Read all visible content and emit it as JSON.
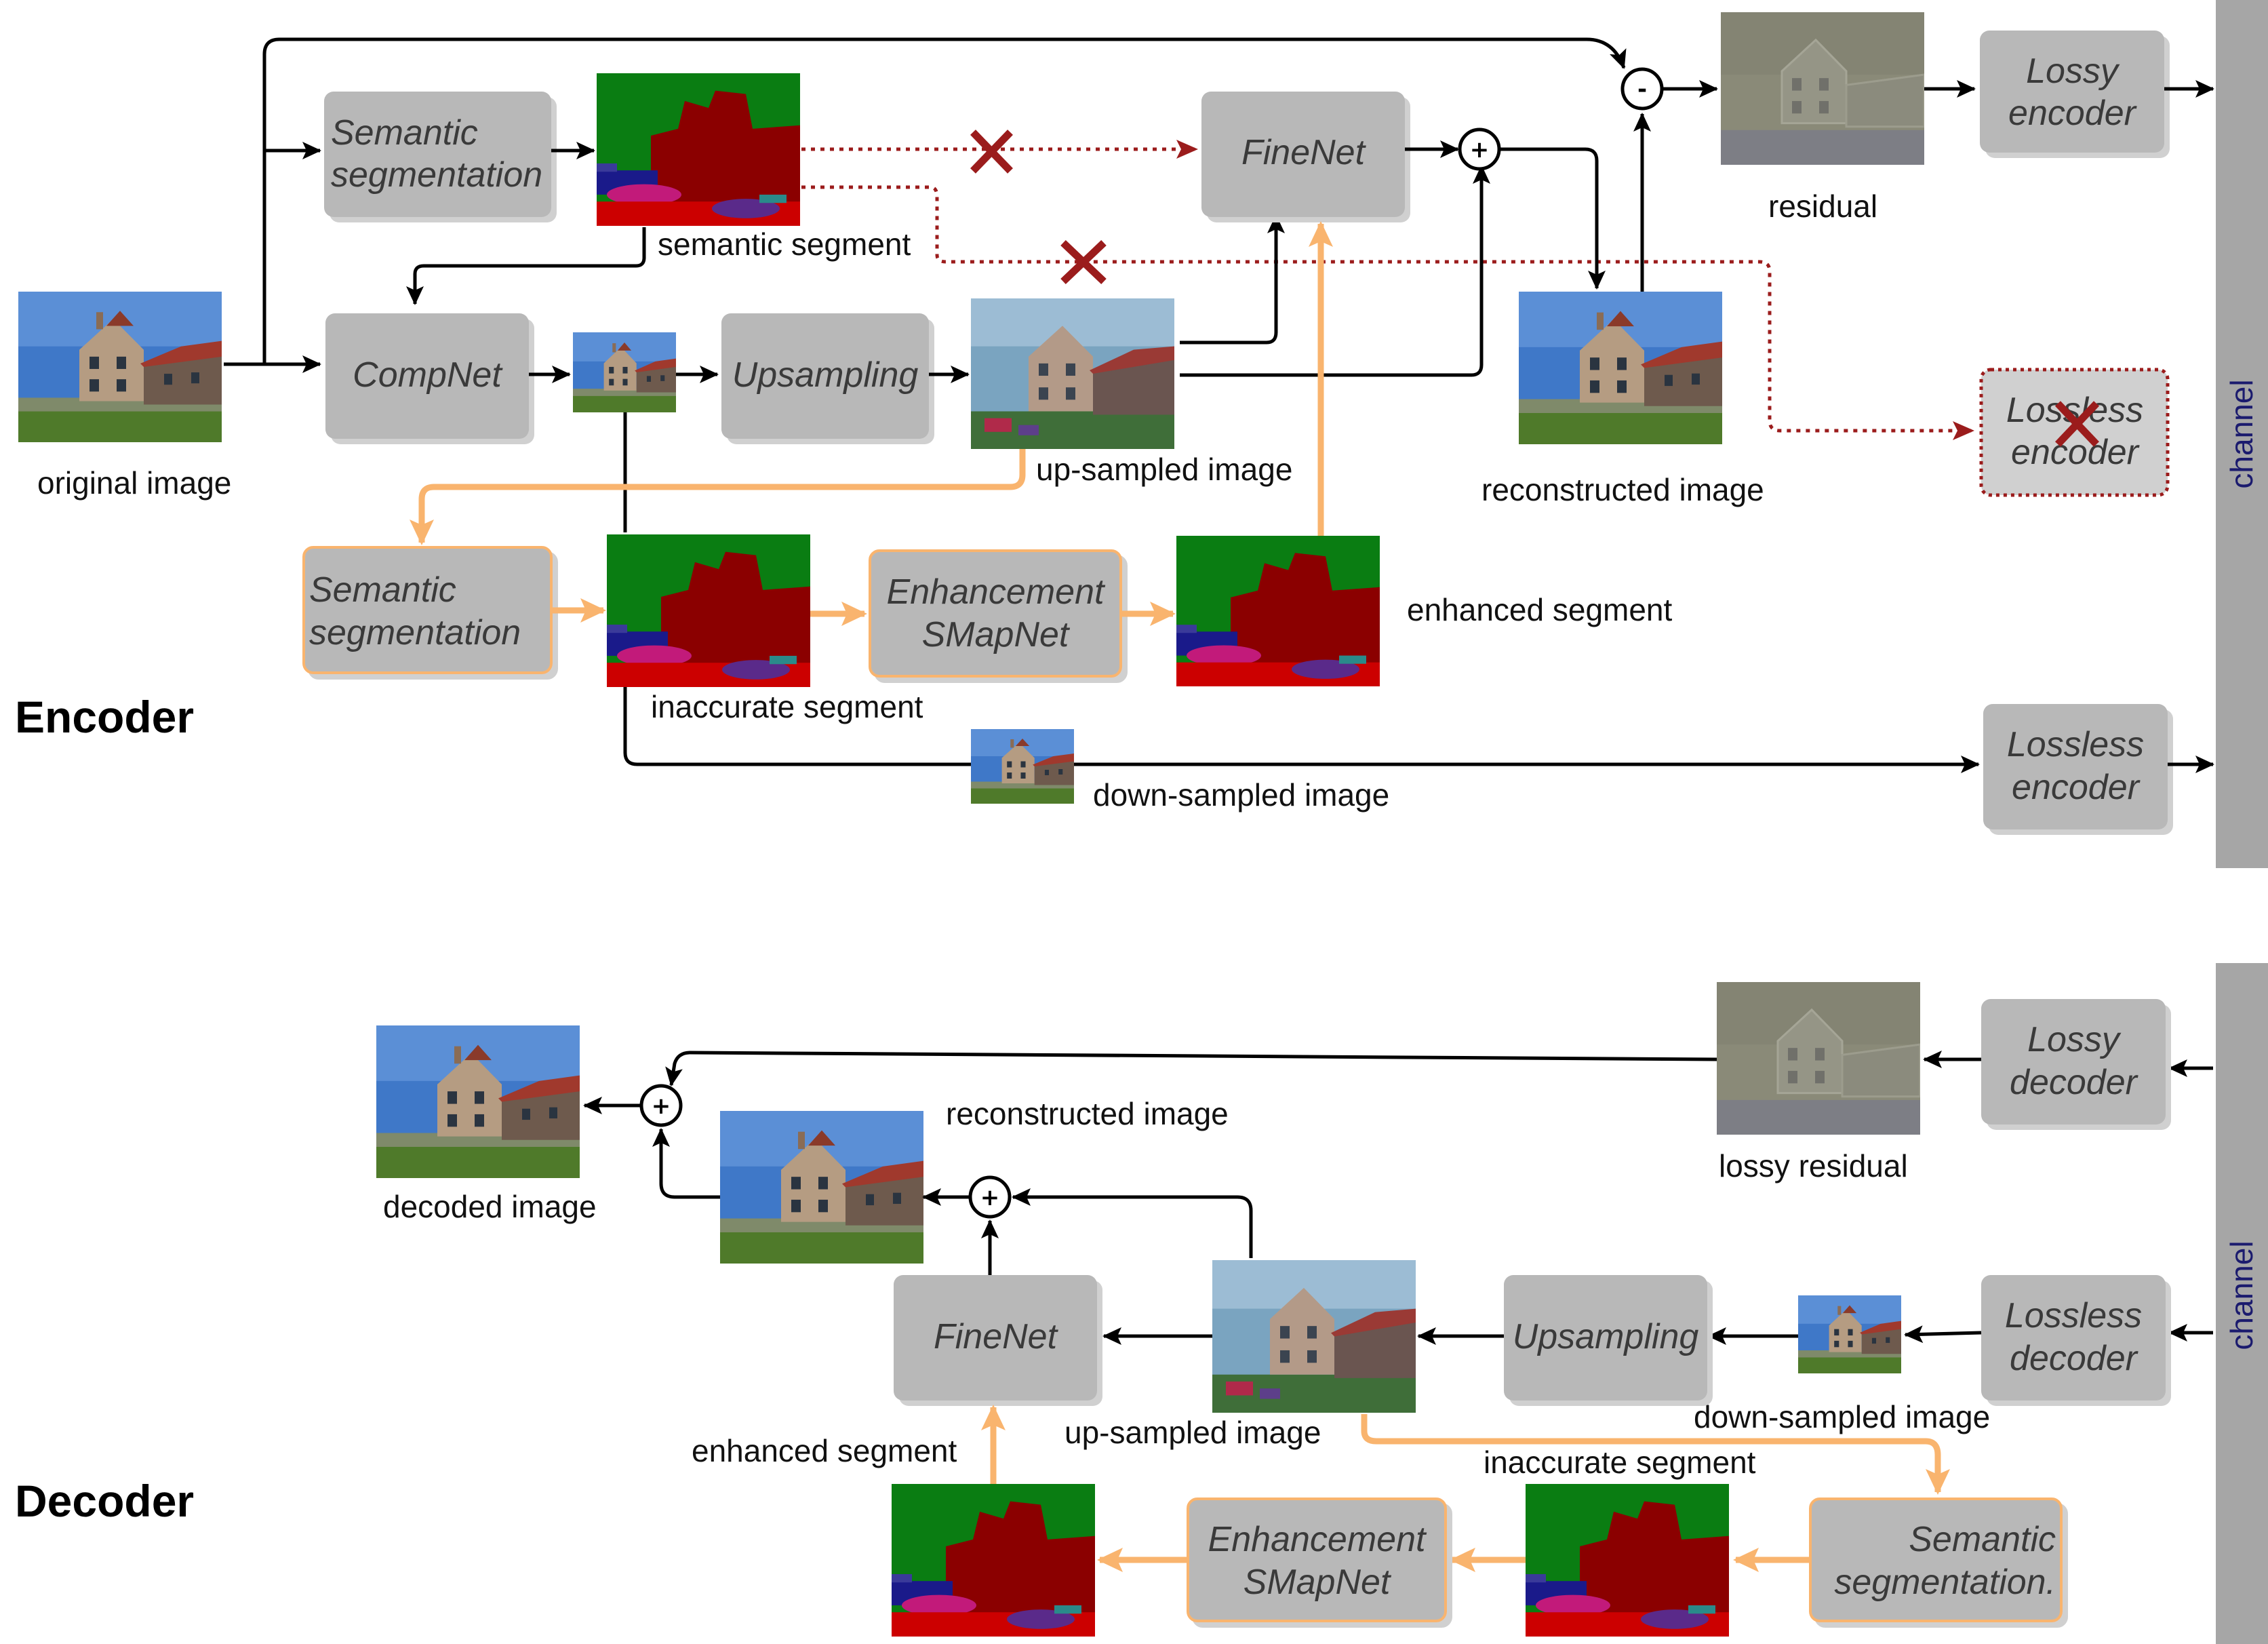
{
  "sections": {
    "encoder": "Encoder",
    "decoder": "Decoder"
  },
  "channel": {
    "encoder_label": "channel",
    "decoder_label": "channel"
  },
  "encoder": {
    "boxes": {
      "semantic_segmentation_top": [
        "Semantic",
        "segmentation"
      ],
      "compnet": [
        "CompNet"
      ],
      "upsampling": [
        "Upsampling"
      ],
      "finenet": [
        "FineNet"
      ],
      "lossy_encoder": [
        "Lossy",
        "encoder"
      ],
      "lossless_encoder_crossed": [
        "Lossless",
        "encoder"
      ],
      "semantic_segmentation_bottom": [
        "Semantic",
        "segmentation"
      ],
      "enhancement_smapnet": [
        "Enhancement",
        "SMapNet"
      ],
      "lossless_encoder": [
        "Lossless",
        "encoder"
      ]
    },
    "labels": {
      "original_image": "original image",
      "semantic_segment": "semantic segment",
      "up_sampled_image": "up-sampled image",
      "reconstructed_image": "reconstructed image",
      "residual": "residual",
      "enhanced_segment": "enhanced segment",
      "inaccurate_segment": "inaccurate segment",
      "down_sampled_image": "down-sampled image"
    },
    "operators": {
      "minus": "-",
      "plus": "+"
    }
  },
  "decoder": {
    "boxes": {
      "lossy_decoder": [
        "Lossy",
        "decoder"
      ],
      "lossless_decoder": [
        "Lossless",
        "decoder"
      ],
      "upsampling": [
        "Upsampling"
      ],
      "finenet": [
        "FineNet"
      ],
      "enhancement_smapnet": [
        "Enhancement",
        "SMapNet"
      ],
      "semantic_segmentation": [
        "Semantic",
        "segmentation."
      ]
    },
    "labels": {
      "decoded_image": "decoded image",
      "reconstructed_image": "reconstructed image",
      "lossy_residual": "lossy residual",
      "down_sampled_image": "down-sampled image",
      "up_sampled_image": "up-sampled image",
      "enhanced_segment": "enhanced segment",
      "inaccurate_segment": "inaccurate segment"
    },
    "operators": {
      "plus_outer": "+",
      "plus_inner": "+"
    }
  },
  "colors": {
    "process_box": "#b8b8b8",
    "process_box_shadow": "#d6d6d6",
    "semantic_path": "#f9b46e",
    "blocked_path": "#9b1c1c",
    "channel_bar": "#a6a6a6",
    "segment_red": "#8b0000",
    "segment_green": "#0a7d12"
  }
}
